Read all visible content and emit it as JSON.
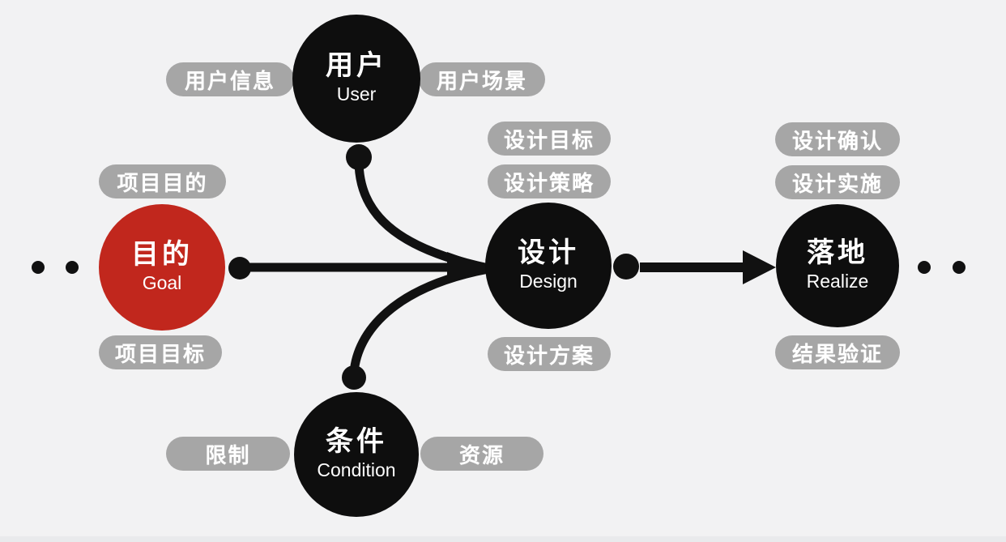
{
  "nodes": {
    "user": {
      "zh": "用户",
      "en": "User"
    },
    "goal": {
      "zh": "目的",
      "en": "Goal"
    },
    "design": {
      "zh": "设计",
      "en": "Design"
    },
    "condition": {
      "zh": "条件",
      "en": "Condition"
    },
    "realize": {
      "zh": "落地",
      "en": "Realize"
    }
  },
  "pills": {
    "user_info": "用户信息",
    "user_scene": "用户场景",
    "project_purpose": "项目目的",
    "project_target": "项目目标",
    "design_target": "设计目标",
    "design_strategy": "设计策略",
    "design_plan": "设计方案",
    "design_confirm": "设计确认",
    "design_implement": "设计实施",
    "result_verify": "结果验证",
    "limit": "限制",
    "resource": "资源"
  },
  "edges": [
    {
      "from": "goal",
      "to": "design",
      "type": "line"
    },
    {
      "from": "user",
      "to": "design",
      "type": "curve"
    },
    {
      "from": "condition",
      "to": "design",
      "type": "curve"
    },
    {
      "from": "design",
      "to": "realize",
      "type": "arrow"
    }
  ],
  "colors": {
    "background": "#f2f2f3",
    "node_black": "#0e0e0e",
    "goal_red": "#c1271d",
    "pill_gray": "#a6a6a6",
    "text_white": "#ffffff",
    "connector_black": "#111111"
  }
}
